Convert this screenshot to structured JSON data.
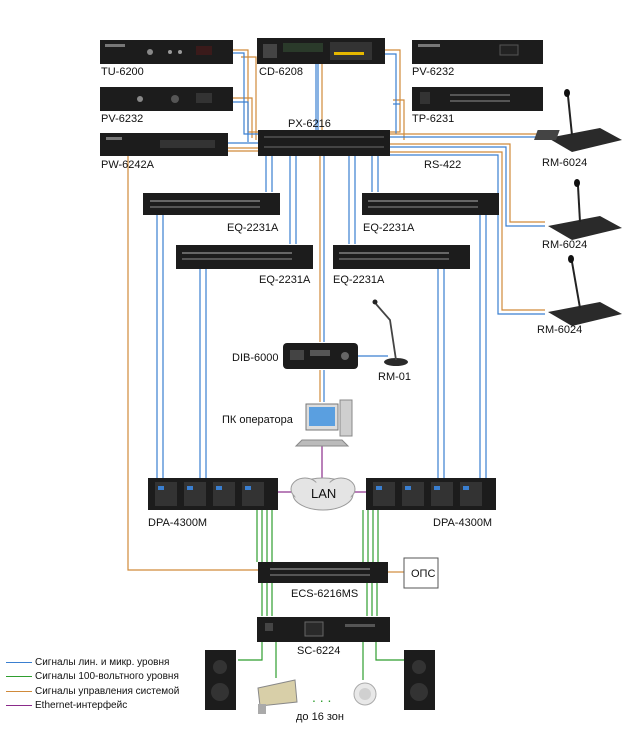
{
  "colors": {
    "line_level": "#3a7fd0",
    "v100": "#2f9e2f",
    "control": "#d08a3a",
    "ethernet": "#8a2b8a",
    "device_dark": "#1c1c1c"
  },
  "devices": {
    "tu6200": "TU-6200",
    "cd6208": "CD-6208",
    "pv6232_top": "PV-6232",
    "pv6232_left": "PV-6232",
    "tp6231": "TP-6231",
    "px6216": "PX-6216",
    "pw6242a": "PW-6242A",
    "rs422": "RS-422",
    "rm6024_1": "RM-6024",
    "rm6024_2": "RM-6024",
    "rm6024_3": "RM-6024",
    "eq_1": "EQ-2231A",
    "eq_2": "EQ-2231A",
    "eq_3": "EQ-2231A",
    "eq_4": "EQ-2231A",
    "dib6000": "DIB-6000",
    "rm01": "RM-01",
    "pc": "ПК оператора",
    "lan": "LAN",
    "dpa_left": "DPA-4300M",
    "dpa_right": "DPA-4300M",
    "ecs6216ms": "ECS-6216MS",
    "ops": "ОПС",
    "sc6224": "SC-6224",
    "zones": "до 16 зон",
    "dots": ". . ."
  },
  "legend": [
    {
      "label": "Сигналы лин. и микр. уровня",
      "color": "#3a7fd0"
    },
    {
      "label": "Сигналы 100-вольтного уровня",
      "color": "#2f9e2f"
    },
    {
      "label": "Сигналы управления системой",
      "color": "#d08a3a"
    },
    {
      "label": "Ethernet-интерфейс",
      "color": "#8a2b8a"
    }
  ]
}
